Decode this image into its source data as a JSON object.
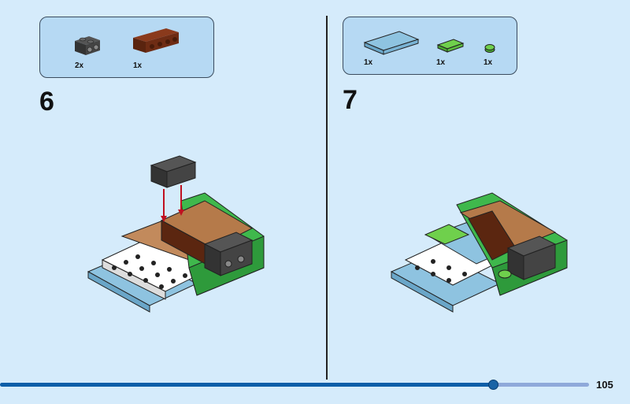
{
  "steps": [
    {
      "number": "6",
      "parts": [
        {
          "name": "dark-gray-1x2-brick-studs-on-side",
          "qty": "2x"
        },
        {
          "name": "reddish-brown-1x4-brick-studs-on-side",
          "qty": "1x"
        }
      ]
    },
    {
      "number": "7",
      "parts": [
        {
          "name": "light-blue-2x4-plate",
          "qty": "1x"
        },
        {
          "name": "bright-green-1x2-plate",
          "qty": "1x"
        },
        {
          "name": "bright-green-1x1-round-plate",
          "qty": "1x"
        }
      ]
    }
  ],
  "progress": {
    "fraction": 0.837,
    "page_number": "105"
  },
  "colors": {
    "background": "#d5ebfb",
    "parts_box": "#b6d9f3",
    "progress_fill": "#0d5ea8",
    "progress_track": "#8fa9da"
  }
}
